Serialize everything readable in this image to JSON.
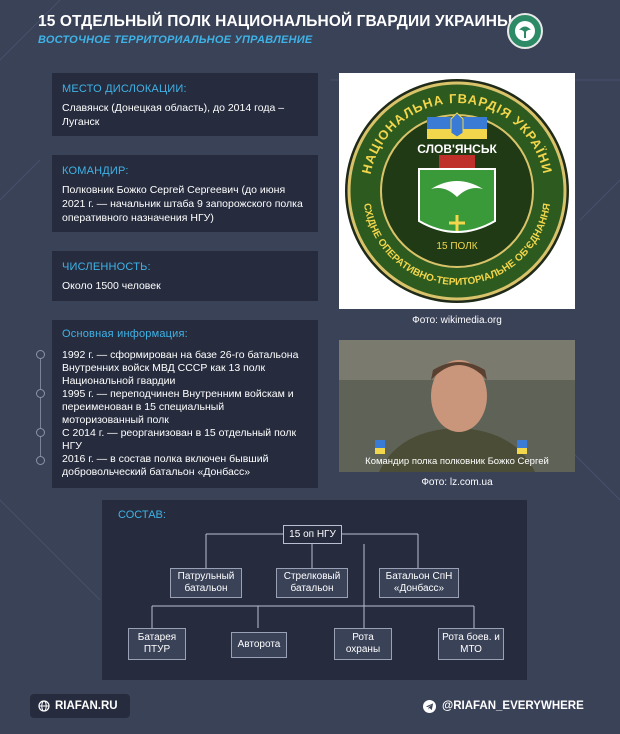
{
  "header": {
    "title": "15 ОТДЕЛЬНЫЙ ПОЛК НАЦИОНАЛЬНОЙ ГВАРДИИ УКРАИНЫ",
    "subtitle": "ВОСТОЧНОЕ ТЕРРИТОРИАЛЬНОЕ УПРАВЛЕНИЕ"
  },
  "location": {
    "label": "МЕСТО ДИСЛОКАЦИИ:",
    "text": "Славянск (Донецкая область), до 2014 года – Луганск"
  },
  "commander": {
    "label": "КОМАНДИР:",
    "text": "Полковник Божко Сергей Сергеевич (до июня 2021 г. — начальник штаба 9 запорожского полка оперативного назначения НГУ)"
  },
  "strength": {
    "label": "ЧИСЛЕННОСТЬ:",
    "text": "Около 1500 человек"
  },
  "history": {
    "label": "Основная информация:",
    "items": [
      "1992 г. — сформирован на базе 26-го батальона Внутренних войск МВД СССР как 13 полк Национальной гвардии",
      "1995 г. — переподчинен Внутренним войскам и переименован в 15 специальный моторизованный полк",
      "С 2014 г. — реорганизован в 15 отдельный полк НГУ",
      "2016 г. — в состав полка включен бывший добровольческий батальон «Донбасс»"
    ]
  },
  "emblem": {
    "top_text": "НАЦІОНАЛЬНА ГВАРДІЯ УКРАЇНИ",
    "city": "СЛОВ'ЯНСЬК",
    "unit": "15 ПОЛК",
    "bottom_text": "СХІДНЕ ОПЕРАТИВНО-ТЕРИТОРІАЛЬНЕ ОБ'ЄДНАННЯ",
    "credit": "Фото: wikimedia.org"
  },
  "portrait": {
    "caption": "Командир полка полковник Божко Сергей",
    "credit": "Фото: lz.com.ua"
  },
  "structure": {
    "label": "СОСТАВ:",
    "root": "15 оп НГУ",
    "level1": [
      "Патрульный батальон",
      "Стрелковый батальон",
      "Батальон СпН «Донбасс»"
    ],
    "level2": [
      "Батарея ПТУР",
      "Авторота",
      "Рота охраны",
      "Рота боев. и МТО"
    ]
  },
  "footer": {
    "site": "RIAFAN.RU",
    "telegram": "@RIAFAN_EVERYWHERE"
  },
  "colors": {
    "background": "#3a4258",
    "panel": "#262c3e",
    "accent": "#3fb2e6"
  }
}
